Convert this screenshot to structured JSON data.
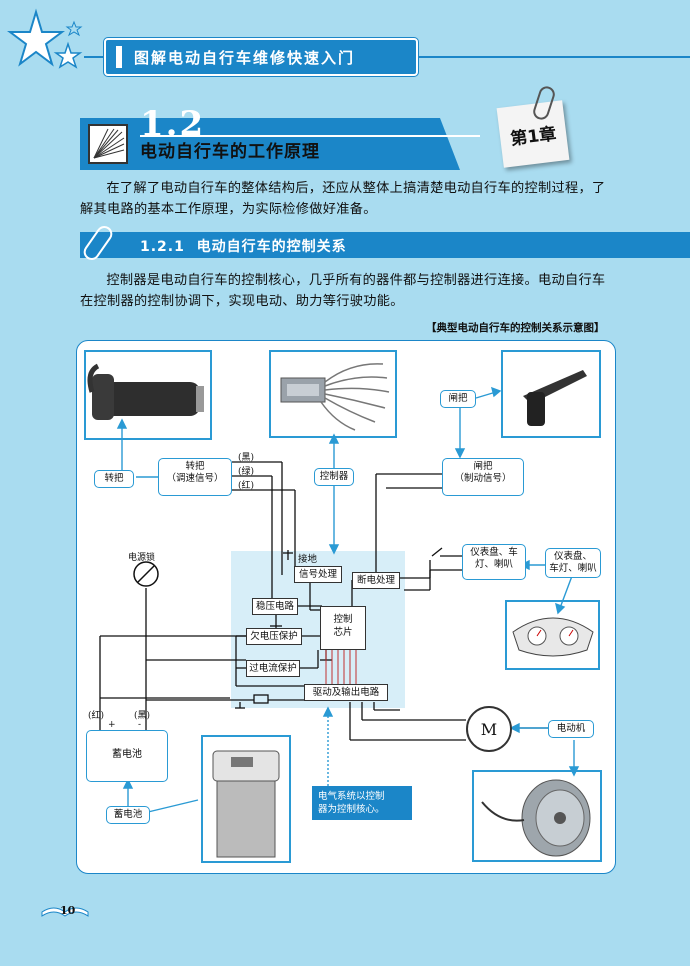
{
  "header": {
    "book_title": "图解电动自行车维修快速入门"
  },
  "section": {
    "number": "1.2",
    "title": "电动自行车的工作原理",
    "chapter_tag": "第1章"
  },
  "intro": "在了解了电动自行车的整体结构后，还应从整体上搞清楚电动自行车的控制过程，了解其电路的基本工作原理，为实际检修做好准备。",
  "subsection": {
    "number": "1.2.1",
    "title": "电动自行车的控制关系"
  },
  "body": "控制器是电动自行车的控制核心，几乎所有的器件都与控制器进行连接。电动自行车在控制器的控制协调下，实现电动、助力等行驶功能。",
  "diagram": {
    "caption": "【典型电动自行车的控制关系示意图】",
    "labels": {
      "throttle": "转把",
      "throttle_signal_1": "转把",
      "throttle_signal_2": "（调速信号）",
      "controller": "控制器",
      "brake": "闸把",
      "brake_signal_1": "闸把",
      "brake_signal_2": "（制动信号）",
      "wire_black": "(黑)",
      "wire_green": "(绿)",
      "wire_red": "(红)",
      "ground": "接地",
      "signal_proc": "信号处理",
      "cutoff_proc": "断电处理",
      "regulator": "稳压电路",
      "undervolt": "欠电压保护",
      "chip_1": "控制",
      "chip_2": "芯片",
      "overcurrent": "过电流保护",
      "driver": "驱动及输出电路",
      "power_lock": "电源锁",
      "bat_red": "(红)",
      "bat_black": "(黑)",
      "plus": "+",
      "minus": "-",
      "battery_box": "蓄电池",
      "battery_label": "蓄电池",
      "dash_1": "仪表盘、车",
      "dash_2": "灯、喇叭",
      "dash_tag_1": "仪表盘、",
      "dash_tag_2": "车灯、喇叭",
      "motor_symbol": "M",
      "motor_label": "电动机",
      "note_1": "电气系统以控制",
      "note_2": "器为控制核心。"
    }
  },
  "page_number": "10",
  "colors": {
    "page_bg": "#a9dcf0",
    "accent": "#1b86c8",
    "panel_border": "#2a9ad4"
  }
}
